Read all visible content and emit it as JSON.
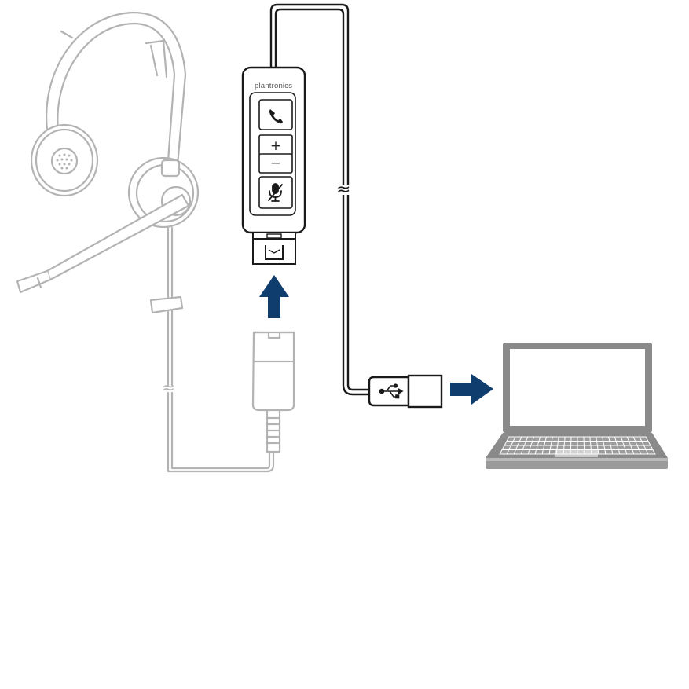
{
  "brand": {
    "name": "plantronics"
  },
  "controller": {
    "buttons": [
      {
        "name": "call",
        "icon": "phone-icon"
      },
      {
        "name": "volume_up",
        "glyph": "+"
      },
      {
        "name": "volume_down",
        "glyph": "−"
      },
      {
        "name": "mute",
        "icon": "mic-mute-icon"
      }
    ]
  },
  "cable": {
    "break_symbol": "≈"
  },
  "colors": {
    "arrow": "#0f3d6e",
    "headset": "#b3b3b3",
    "laptop": "#8a8a8a",
    "controller_outline": "#1a1a1a"
  }
}
